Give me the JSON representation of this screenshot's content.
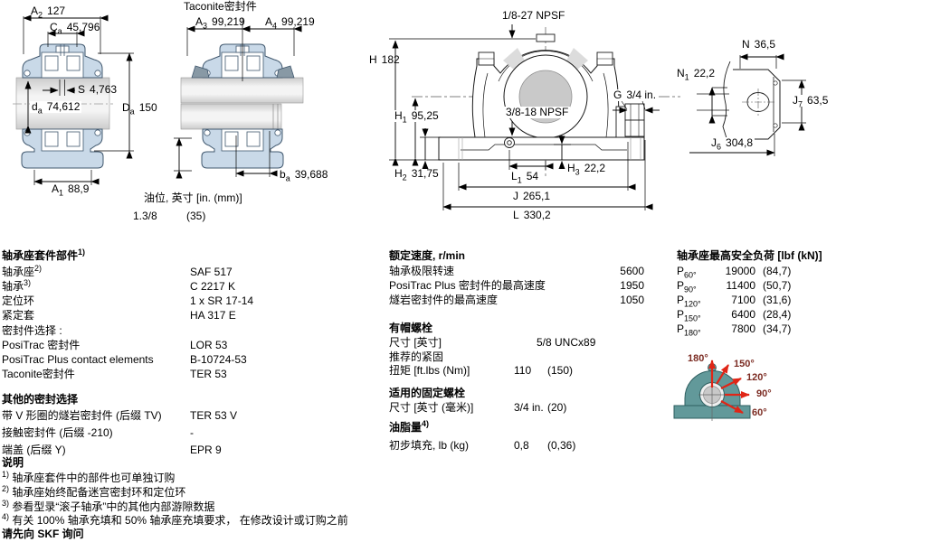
{
  "drawing_titles": {
    "taconite": "Taconite密封件",
    "oil_label": "油位, 英寸 [in. (mm)]",
    "oil_v1": "1.3/8",
    "oil_v2": "(35)",
    "npsf_top": "1/8-27 NPSF",
    "npsf_mid": "3/8-18 NPSF"
  },
  "dims": {
    "a2": {
      "sym": "A",
      "sub": "2",
      "val": "127"
    },
    "ca": {
      "sym": "C",
      "sub": "a",
      "val": "45,796"
    },
    "s": {
      "sym": "S",
      "sub": "",
      "val": "4,763"
    },
    "da": {
      "sym": "d",
      "sub": "a",
      "val": "74,612"
    },
    "Da": {
      "sym": "D",
      "sub": "a",
      "val": "150"
    },
    "a1": {
      "sym": "A",
      "sub": "1",
      "val": "88,9"
    },
    "a3": {
      "sym": "A",
      "sub": "3",
      "val": "99,219"
    },
    "a4": {
      "sym": "A",
      "sub": "4",
      "val": "99,219"
    },
    "ba": {
      "sym": "b",
      "sub": "a",
      "val": "39,688"
    },
    "h": {
      "sym": "H",
      "sub": "",
      "val": "182"
    },
    "h1": {
      "sym": "H",
      "sub": "1",
      "val": "95,25"
    },
    "h2": {
      "sym": "H",
      "sub": "2",
      "val": "31,75"
    },
    "h3": {
      "sym": "H",
      "sub": "3",
      "val": "22,2"
    },
    "l1": {
      "sym": "L",
      "sub": "1",
      "val": "54"
    },
    "j": {
      "sym": "J",
      "sub": "",
      "val": "265,1"
    },
    "l": {
      "sym": "L",
      "sub": "",
      "val": "330,2"
    },
    "n": {
      "sym": "N",
      "sub": "",
      "val": "36,5"
    },
    "n1": {
      "sym": "N",
      "sub": "1",
      "val": "22,2"
    },
    "j7": {
      "sym": "J",
      "sub": "7",
      "val": "63,5"
    },
    "j6": {
      "sym": "J",
      "sub": "6",
      "val": "304,8"
    },
    "g": {
      "sym": "G",
      "sub": "",
      "val": "3/4 in."
    }
  },
  "housing_parts": {
    "header": "轴承座套件部件",
    "header_sup": "1)",
    "rows": [
      {
        "label": "轴承座",
        "sup": "2)",
        "value": "SAF 517"
      },
      {
        "label": "轴承",
        "sup": "3)",
        "value": "C 2217 K"
      },
      {
        "label": "定位环",
        "sup": "",
        "value": "1 x SR 17-14"
      },
      {
        "label": "紧定套",
        "sup": "",
        "value": "HA 317 E"
      }
    ],
    "seals_header": "密封件选择 :",
    "seal_rows": [
      {
        "label": "PosiTrac 密封件",
        "value": "LOR 53"
      },
      {
        "label": "PosiTrac Plus contact elements",
        "value": "B-10724-53"
      },
      {
        "label": "Taconite密封件",
        "value": "TER 53"
      }
    ],
    "other_header": "其他的密封选择",
    "other_rows": [
      {
        "label": "带 V 形圈的燧岩密封件 (后缀 TV)",
        "value": "TER 53 V"
      },
      {
        "label": "接触密封件 (后缀 -210)",
        "value": "-"
      },
      {
        "label": "端盖 (后缀 Y)",
        "value": "EPR 9"
      }
    ]
  },
  "speeds": {
    "header": "额定速度, r/min",
    "rows": [
      {
        "label": "轴承极限转速",
        "value": "5600"
      },
      {
        "label": "PosiTrac Plus 密封件的最高速度",
        "value": "1950"
      },
      {
        "label": "燧岩密封件的最高速度",
        "value": "1050"
      }
    ]
  },
  "cap_bolts": {
    "header": "有帽螺栓",
    "size_label": "尺寸 [英寸]",
    "size_value": "5/8 UNCx89",
    "rec_label": "推荐的紧固",
    "torque_label": "扭矩 [ft.lbs (Nm)]",
    "torque_v1": "110",
    "torque_v2": "(150)"
  },
  "attach_bolts": {
    "header": "适用的固定螺栓",
    "size_label": "尺寸 [英寸 (毫米)]",
    "v1": "3/4 in.",
    "v2": "(20)"
  },
  "grease": {
    "header": "油脂量",
    "header_sup": "4)",
    "fill_label": "初步填充, lb (kg)",
    "v1": "0,8",
    "v2": "(0,36)"
  },
  "loads": {
    "header": "轴承座最高安全负荷 [lbf (kN)]",
    "rows": [
      {
        "sym": "P",
        "sub": "60°",
        "value": "19000",
        "kn": "(84,7)"
      },
      {
        "sym": "P",
        "sub": "90°",
        "value": "11400",
        "kn": "(50,7)"
      },
      {
        "sym": "P",
        "sub": "120°",
        "value": "7100",
        "kn": "(31,6)"
      },
      {
        "sym": "P",
        "sub": "150°",
        "value": "6400",
        "kn": "(28,4)"
      },
      {
        "sym": "P",
        "sub": "180°",
        "value": "7800",
        "kn": "(34,7)"
      }
    ],
    "angles": [
      "180°",
      "150°",
      "120°",
      "90°",
      "60°"
    ]
  },
  "notes": {
    "header": "说明",
    "items": [
      {
        "sup": "1)",
        "text": "轴承座套件中的部件也可单独订购"
      },
      {
        "sup": "2)",
        "text": "轴承座始终配备迷宫密封环和定位环"
      },
      {
        "sup": "3)",
        "text": "参看型录“滚子轴承”中的其他内部游隙数据"
      },
      {
        "sup": "4)",
        "text": "有关 100% 轴承充填和 50% 轴承座充填要求， 在修改设计或订购之前"
      }
    ],
    "footer": "请先向 SKF 询问"
  },
  "colors": {
    "housing_fill": "#c9d9e8",
    "housing_stroke": "#41586e",
    "shaft_gray": "#e3e3e3",
    "bore_gray": "#c9c9c9",
    "teal": "#62999a",
    "arrow_red": "#e02617"
  }
}
